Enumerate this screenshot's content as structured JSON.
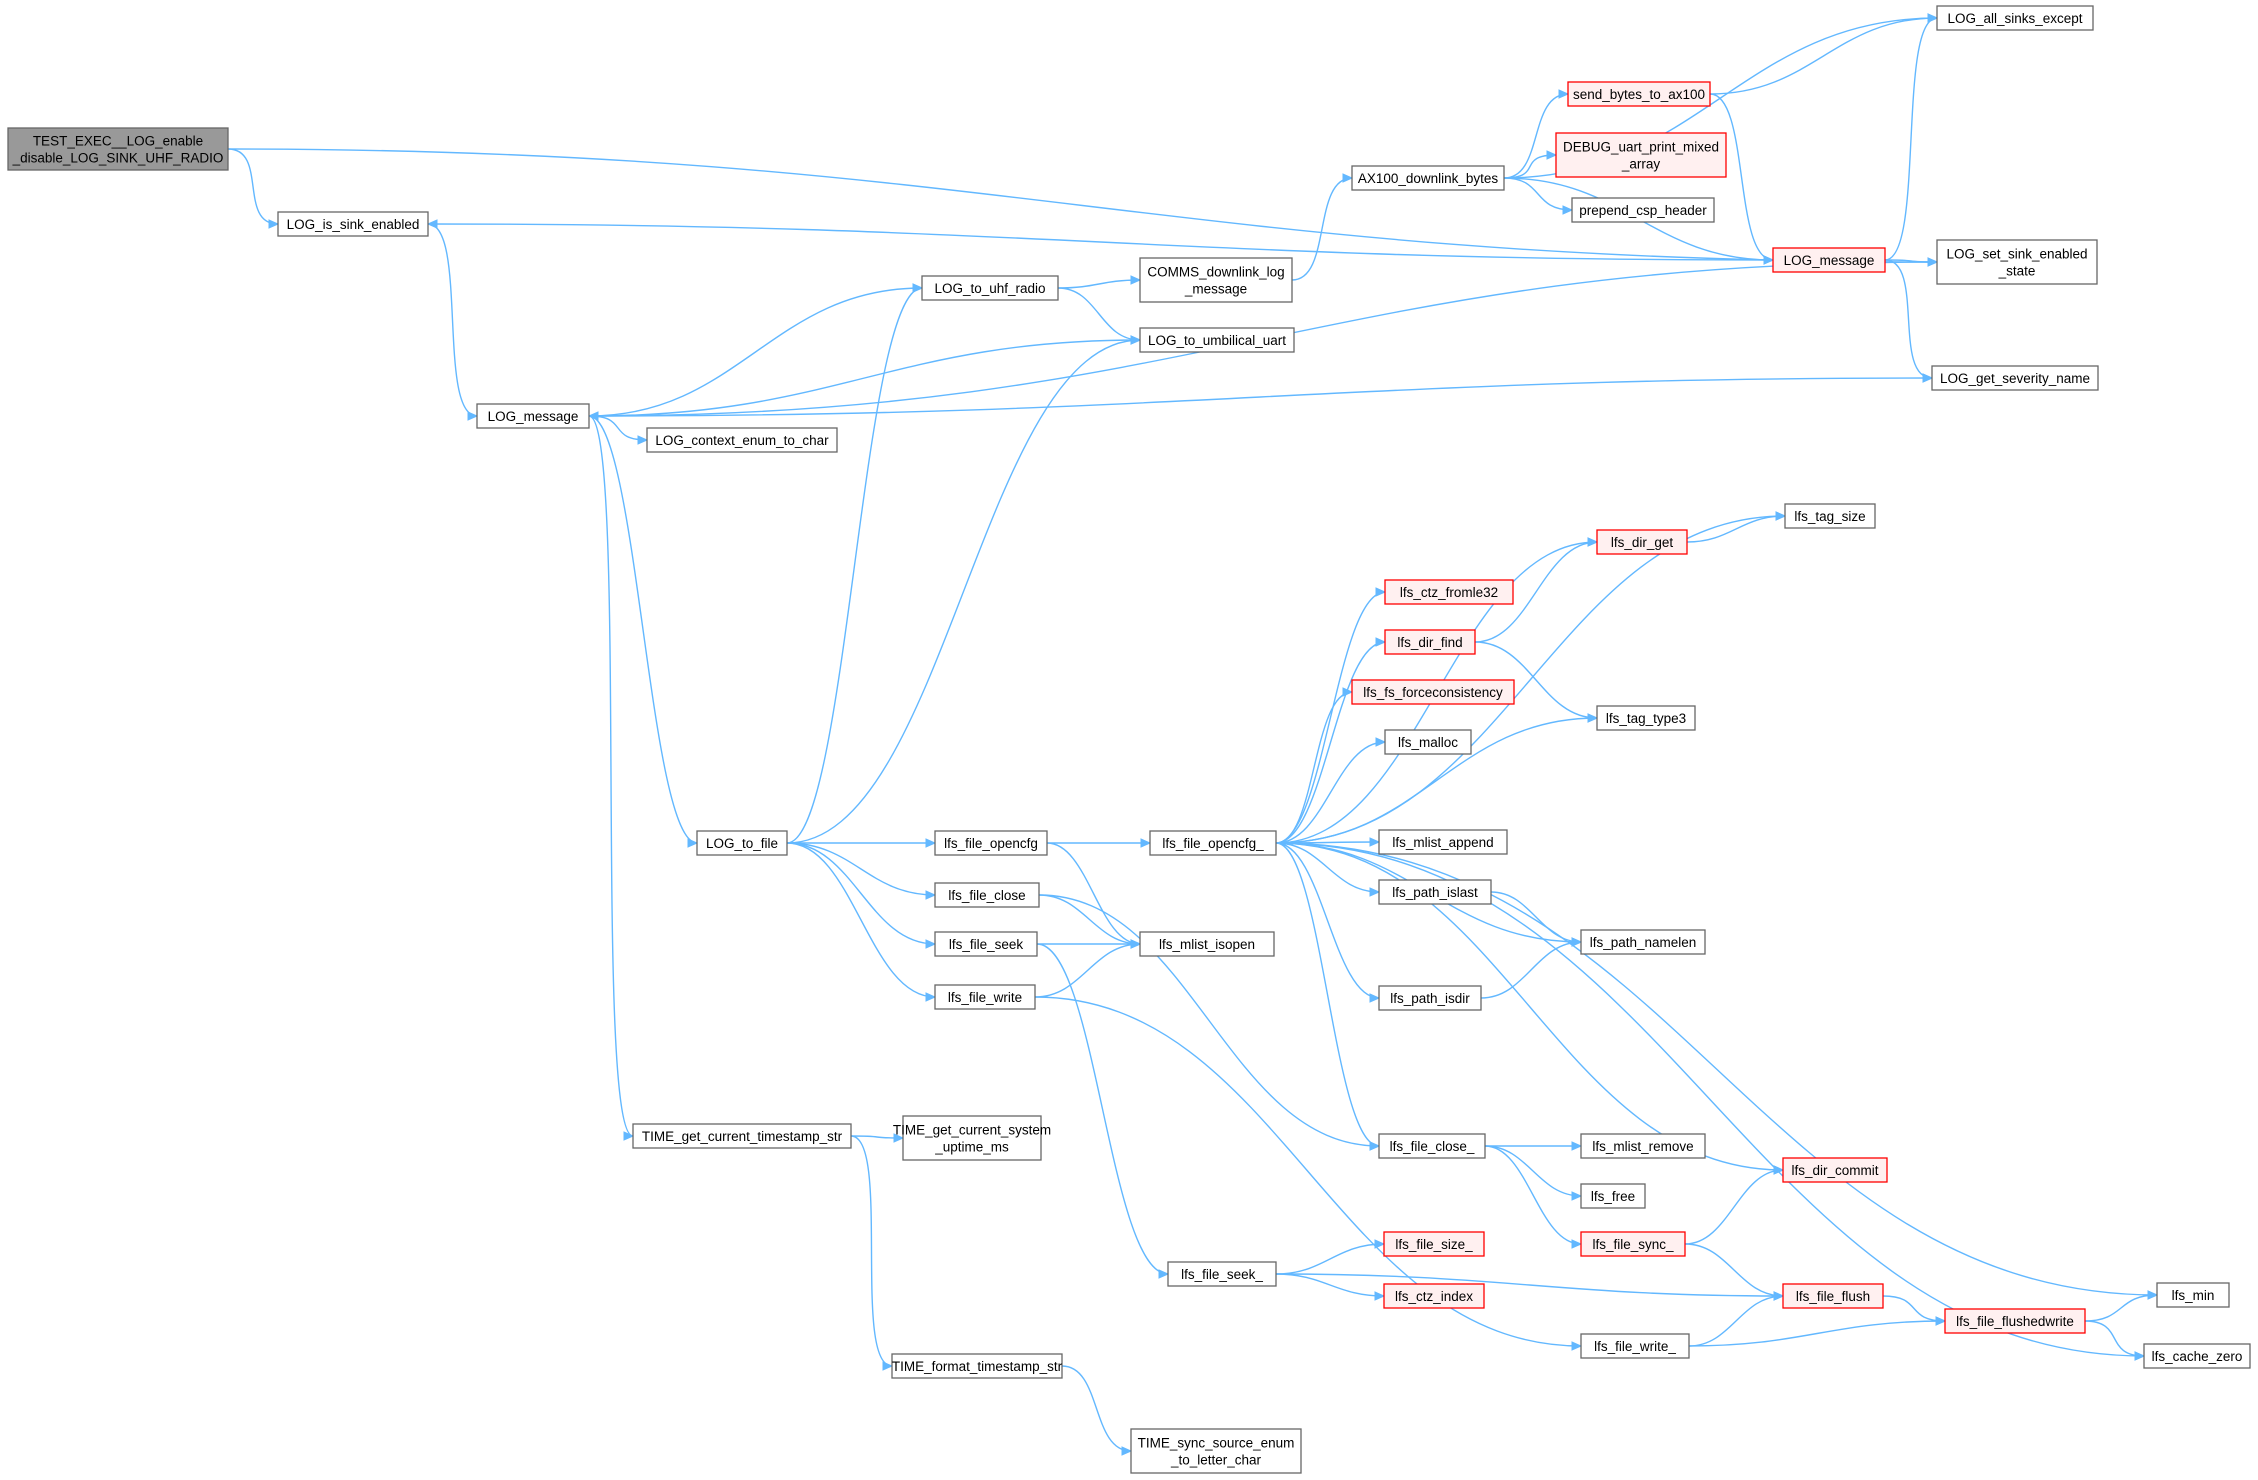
{
  "colors": {
    "edge": "#63b8ff",
    "box_border": "#666666",
    "highlight_border": "#ff0000",
    "highlight_fill": "#fff0f0",
    "root_fill": "#999999"
  },
  "nodes": [
    {
      "id": "root",
      "lines": [
        "TEST_EXEC__LOG_enable",
        "_disable_LOG_SINK_UHF_RADIO"
      ],
      "style": "root"
    },
    {
      "id": "log_is_sink_enabled",
      "lines": [
        "LOG_is_sink_enabled"
      ],
      "style": "normal"
    },
    {
      "id": "log_message",
      "lines": [
        "LOG_message"
      ],
      "style": "normal"
    },
    {
      "id": "log_context_enum",
      "lines": [
        "LOG_context_enum_to_char"
      ],
      "style": "normal"
    },
    {
      "id": "log_to_uhf_radio",
      "lines": [
        "LOG_to_uhf_radio"
      ],
      "style": "normal"
    },
    {
      "id": "comms_downlink",
      "lines": [
        "COMMS_downlink_log",
        "_message"
      ],
      "style": "normal"
    },
    {
      "id": "log_to_umbilical",
      "lines": [
        "LOG_to_umbilical_uart"
      ],
      "style": "normal"
    },
    {
      "id": "ax100_downlink",
      "lines": [
        "AX100_downlink_bytes"
      ],
      "style": "normal"
    },
    {
      "id": "send_bytes",
      "lines": [
        "send_bytes_to_ax100"
      ],
      "style": "red"
    },
    {
      "id": "debug_uart",
      "lines": [
        "DEBUG_uart_print_mixed",
        "_array"
      ],
      "style": "red"
    },
    {
      "id": "prepend_csp",
      "lines": [
        "prepend_csp_header"
      ],
      "style": "normal"
    },
    {
      "id": "log_message_red",
      "lines": [
        "LOG_message"
      ],
      "style": "red"
    },
    {
      "id": "log_all_sinks",
      "lines": [
        "LOG_all_sinks_except"
      ],
      "style": "normal"
    },
    {
      "id": "log_set_sink",
      "lines": [
        "LOG_set_sink_enabled",
        "_state"
      ],
      "style": "normal"
    },
    {
      "id": "log_get_severity",
      "lines": [
        "LOG_get_severity_name"
      ],
      "style": "normal"
    },
    {
      "id": "log_to_file",
      "lines": [
        "LOG_to_file"
      ],
      "style": "normal"
    },
    {
      "id": "time_get_ts",
      "lines": [
        "TIME_get_current_timestamp_str"
      ],
      "style": "normal"
    },
    {
      "id": "time_get_uptime",
      "lines": [
        "TIME_get_current_system",
        "_uptime_ms"
      ],
      "style": "normal"
    },
    {
      "id": "time_format",
      "lines": [
        "TIME_format_timestamp_str"
      ],
      "style": "normal"
    },
    {
      "id": "time_sync",
      "lines": [
        "TIME_sync_source_enum",
        "_to_letter_char"
      ],
      "style": "normal"
    },
    {
      "id": "lfs_file_opencfg",
      "lines": [
        "lfs_file_opencfg"
      ],
      "style": "normal"
    },
    {
      "id": "lfs_file_close",
      "lines": [
        "lfs_file_close"
      ],
      "style": "normal"
    },
    {
      "id": "lfs_file_seek",
      "lines": [
        "lfs_file_seek"
      ],
      "style": "normal"
    },
    {
      "id": "lfs_file_write",
      "lines": [
        "lfs_file_write"
      ],
      "style": "normal"
    },
    {
      "id": "lfs_mlist_isopen",
      "lines": [
        "lfs_mlist_isopen"
      ],
      "style": "normal"
    },
    {
      "id": "lfs_file_opencfg_",
      "lines": [
        "lfs_file_opencfg_"
      ],
      "style": "normal"
    },
    {
      "id": "lfs_file_seek_",
      "lines": [
        "lfs_file_seek_"
      ],
      "style": "normal"
    },
    {
      "id": "lfs_tag_size",
      "lines": [
        "lfs_tag_size"
      ],
      "style": "normal"
    },
    {
      "id": "lfs_dir_get",
      "lines": [
        "lfs_dir_get"
      ],
      "style": "red"
    },
    {
      "id": "lfs_ctz_fromle32",
      "lines": [
        "lfs_ctz_fromle32"
      ],
      "style": "red"
    },
    {
      "id": "lfs_dir_find",
      "lines": [
        "lfs_dir_find"
      ],
      "style": "red"
    },
    {
      "id": "lfs_fs_force",
      "lines": [
        "lfs_fs_forceconsistency"
      ],
      "style": "red"
    },
    {
      "id": "lfs_malloc",
      "lines": [
        "lfs_malloc"
      ],
      "style": "normal"
    },
    {
      "id": "lfs_tag_type3",
      "lines": [
        "lfs_tag_type3"
      ],
      "style": "normal"
    },
    {
      "id": "lfs_mlist_append",
      "lines": [
        "lfs_mlist_append"
      ],
      "style": "normal"
    },
    {
      "id": "lfs_path_islast",
      "lines": [
        "lfs_path_islast"
      ],
      "style": "normal"
    },
    {
      "id": "lfs_path_namelen",
      "lines": [
        "lfs_path_namelen"
      ],
      "style": "normal"
    },
    {
      "id": "lfs_path_isdir",
      "lines": [
        "lfs_path_isdir"
      ],
      "style": "normal"
    },
    {
      "id": "lfs_file_close_",
      "lines": [
        "lfs_file_close_"
      ],
      "style": "normal"
    },
    {
      "id": "lfs_mlist_remove",
      "lines": [
        "lfs_mlist_remove"
      ],
      "style": "normal"
    },
    {
      "id": "lfs_free",
      "lines": [
        "lfs_free"
      ],
      "style": "normal"
    },
    {
      "id": "lfs_dir_commit",
      "lines": [
        "lfs_dir_commit"
      ],
      "style": "red"
    },
    {
      "id": "lfs_file_sync_",
      "lines": [
        "lfs_file_sync_"
      ],
      "style": "red"
    },
    {
      "id": "lfs_file_size_",
      "lines": [
        "lfs_file_size_"
      ],
      "style": "red"
    },
    {
      "id": "lfs_ctz_index",
      "lines": [
        "lfs_ctz_index"
      ],
      "style": "red"
    },
    {
      "id": "lfs_file_flush",
      "lines": [
        "lfs_file_flush"
      ],
      "style": "red"
    },
    {
      "id": "lfs_file_flushedwrite",
      "lines": [
        "lfs_file_flushedwrite"
      ],
      "style": "red"
    },
    {
      "id": "lfs_file_write_",
      "lines": [
        "lfs_file_write_"
      ],
      "style": "normal"
    },
    {
      "id": "lfs_min",
      "lines": [
        "lfs_min"
      ],
      "style": "normal"
    },
    {
      "id": "lfs_cache_zero",
      "lines": [
        "lfs_cache_zero"
      ],
      "style": "normal"
    }
  ],
  "edges": [
    [
      "root",
      "log_is_sink_enabled"
    ],
    [
      "root",
      "log_set_sink"
    ],
    [
      "log_is_sink_enabled",
      "log_message"
    ],
    [
      "log_message",
      "log_to_uhf_radio"
    ],
    [
      "log_message",
      "log_to_umbilical"
    ],
    [
      "log_message",
      "log_context_enum"
    ],
    [
      "log_message",
      "log_get_severity"
    ],
    [
      "log_message",
      "log_to_file"
    ],
    [
      "log_message",
      "time_get_ts"
    ],
    [
      "log_to_uhf_radio",
      "comms_downlink"
    ],
    [
      "log_to_uhf_radio",
      "log_to_umbilical"
    ],
    [
      "comms_downlink",
      "ax100_downlink"
    ],
    [
      "ax100_downlink",
      "log_all_sinks"
    ],
    [
      "ax100_downlink",
      "send_bytes"
    ],
    [
      "ax100_downlink",
      "debug_uart"
    ],
    [
      "ax100_downlink",
      "prepend_csp"
    ],
    [
      "ax100_downlink",
      "log_message_red"
    ],
    [
      "send_bytes",
      "log_all_sinks"
    ],
    [
      "send_bytes",
      "log_message_red"
    ],
    [
      "log_message_red",
      "log_is_sink_enabled"
    ],
    [
      "log_message_red",
      "log_all_sinks"
    ],
    [
      "log_message_red",
      "log_set_sink"
    ],
    [
      "log_message_red",
      "log_get_severity"
    ],
    [
      "log_set_sink",
      "log_message"
    ],
    [
      "log_to_file",
      "log_to_uhf_radio"
    ],
    [
      "log_to_file",
      "log_to_umbilical"
    ],
    [
      "log_to_file",
      "lfs_file_opencfg"
    ],
    [
      "log_to_file",
      "lfs_file_close"
    ],
    [
      "log_to_file",
      "lfs_file_seek"
    ],
    [
      "log_to_file",
      "lfs_file_write"
    ],
    [
      "lfs_file_opencfg",
      "lfs_file_opencfg_"
    ],
    [
      "lfs_file_opencfg",
      "lfs_mlist_isopen"
    ],
    [
      "lfs_file_close",
      "lfs_file_close_"
    ],
    [
      "lfs_file_close",
      "lfs_mlist_isopen"
    ],
    [
      "lfs_file_seek",
      "lfs_mlist_isopen"
    ],
    [
      "lfs_file_seek",
      "lfs_file_seek_"
    ],
    [
      "lfs_file_write",
      "lfs_mlist_isopen"
    ],
    [
      "lfs_file_write",
      "lfs_file_write_"
    ],
    [
      "lfs_file_opencfg_",
      "lfs_tag_size"
    ],
    [
      "lfs_file_opencfg_",
      "lfs_dir_get"
    ],
    [
      "lfs_file_opencfg_",
      "lfs_ctz_fromle32"
    ],
    [
      "lfs_file_opencfg_",
      "lfs_dir_find"
    ],
    [
      "lfs_file_opencfg_",
      "lfs_fs_force"
    ],
    [
      "lfs_file_opencfg_",
      "lfs_malloc"
    ],
    [
      "lfs_file_opencfg_",
      "lfs_tag_type3"
    ],
    [
      "lfs_file_opencfg_",
      "lfs_mlist_append"
    ],
    [
      "lfs_file_opencfg_",
      "lfs_path_islast"
    ],
    [
      "lfs_file_opencfg_",
      "lfs_path_namelen"
    ],
    [
      "lfs_file_opencfg_",
      "lfs_path_isdir"
    ],
    [
      "lfs_file_opencfg_",
      "lfs_file_close_"
    ],
    [
      "lfs_file_opencfg_",
      "lfs_dir_commit"
    ],
    [
      "lfs_file_opencfg_",
      "lfs_min"
    ],
    [
      "lfs_file_opencfg_",
      "lfs_cache_zero"
    ],
    [
      "lfs_dir_get",
      "lfs_tag_size"
    ],
    [
      "lfs_dir_find",
      "lfs_dir_get"
    ],
    [
      "lfs_dir_find",
      "lfs_tag_type3"
    ],
    [
      "lfs_path_islast",
      "lfs_path_namelen"
    ],
    [
      "lfs_path_isdir",
      "lfs_path_namelen"
    ],
    [
      "lfs_file_close_",
      "lfs_mlist_remove"
    ],
    [
      "lfs_file_close_",
      "lfs_free"
    ],
    [
      "lfs_file_close_",
      "lfs_file_sync_"
    ],
    [
      "lfs_file_sync_",
      "lfs_dir_commit"
    ],
    [
      "lfs_file_sync_",
      "lfs_file_flush"
    ],
    [
      "lfs_file_seek_",
      "lfs_file_size_"
    ],
    [
      "lfs_file_seek_",
      "lfs_ctz_index"
    ],
    [
      "lfs_file_seek_",
      "lfs_file_flush"
    ],
    [
      "lfs_file_flush",
      "lfs_file_flushedwrite"
    ],
    [
      "lfs_file_flushedwrite",
      "lfs_min"
    ],
    [
      "lfs_file_flushedwrite",
      "lfs_cache_zero"
    ],
    [
      "lfs_file_write_",
      "lfs_file_flush"
    ],
    [
      "lfs_file_write_",
      "lfs_file_flushedwrite"
    ],
    [
      "time_get_ts",
      "time_get_uptime"
    ],
    [
      "time_get_ts",
      "time_format"
    ],
    [
      "time_format",
      "time_sync"
    ]
  ]
}
